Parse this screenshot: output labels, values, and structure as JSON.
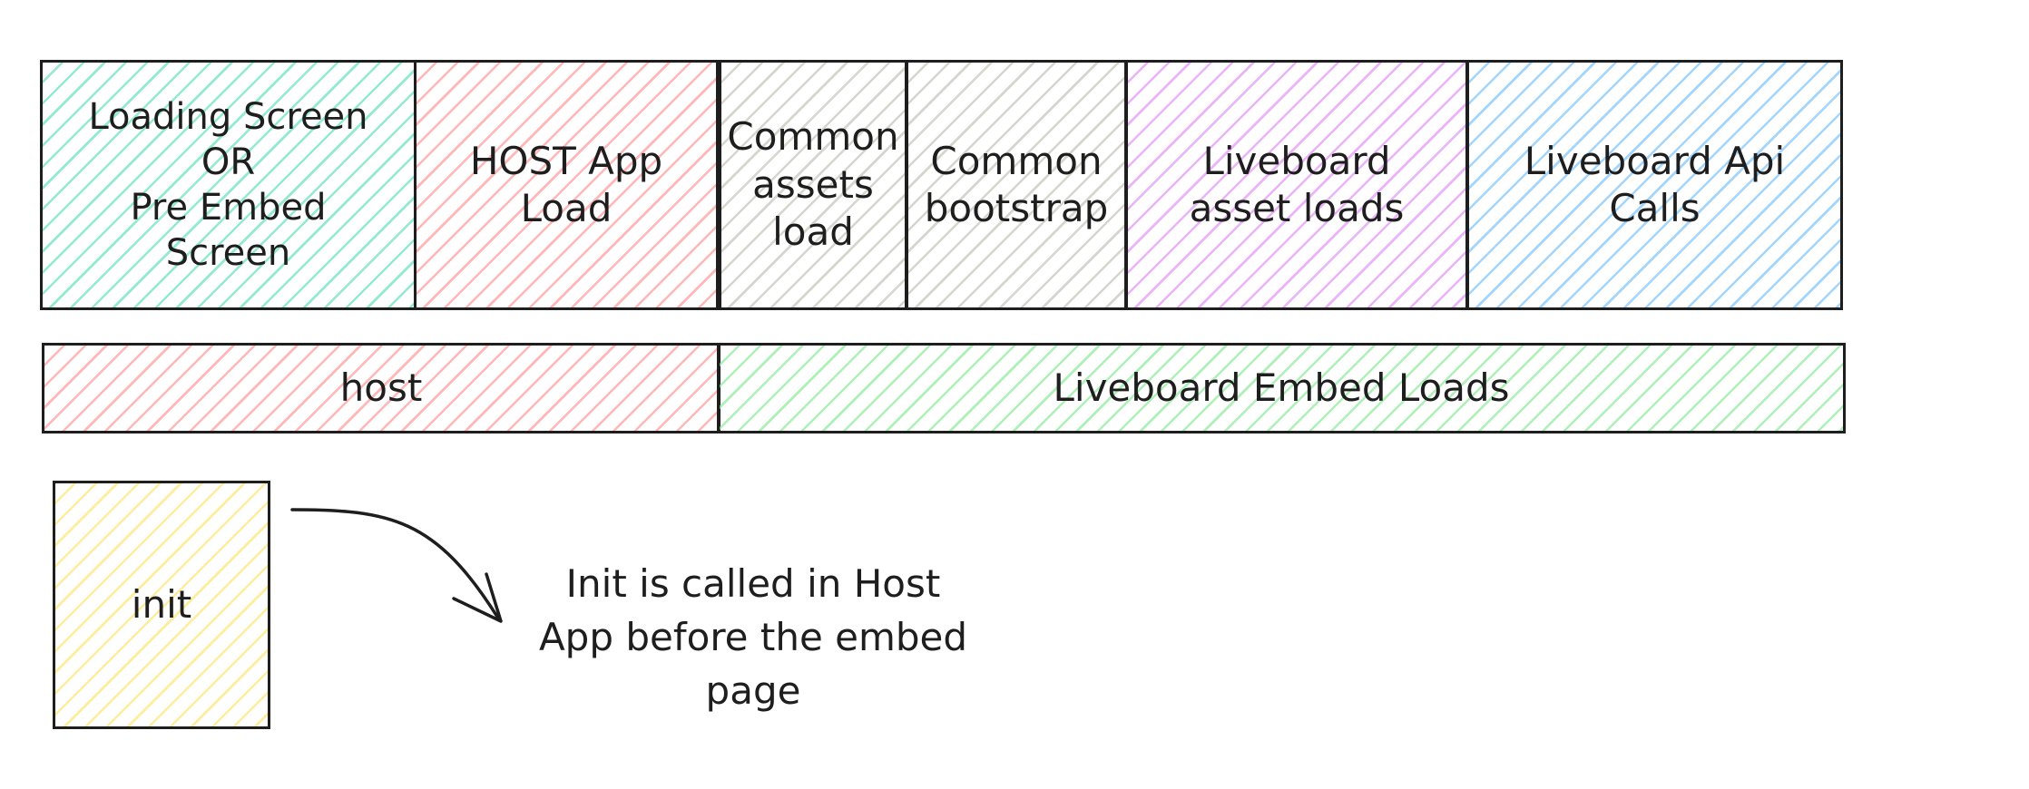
{
  "timeline": {
    "segments": [
      {
        "label": "Loading Screen\nOR\nPre Embed\nScreen",
        "color": "#38d9a9"
      },
      {
        "label": "HOST App\nLoad",
        "color": "#ff8787"
      },
      {
        "label": "Common\nassets\nload",
        "color": "#c8c8be"
      },
      {
        "label": "Common\nbootstrap",
        "color": "#c8c8be"
      },
      {
        "label": "Liveboard\nasset loads",
        "color": "#da77f2"
      },
      {
        "label": "Liveboard Api\nCalls",
        "color": "#74c0fc"
      }
    ]
  },
  "phases": {
    "host": {
      "label": "host",
      "color": "#ff8787"
    },
    "embed": {
      "label": "Liveboard Embed Loads",
      "color": "#8ce99a"
    }
  },
  "init": {
    "label": "init",
    "color": "#ffec99",
    "note": "Init is called in Host\nApp before the embed\npage"
  }
}
